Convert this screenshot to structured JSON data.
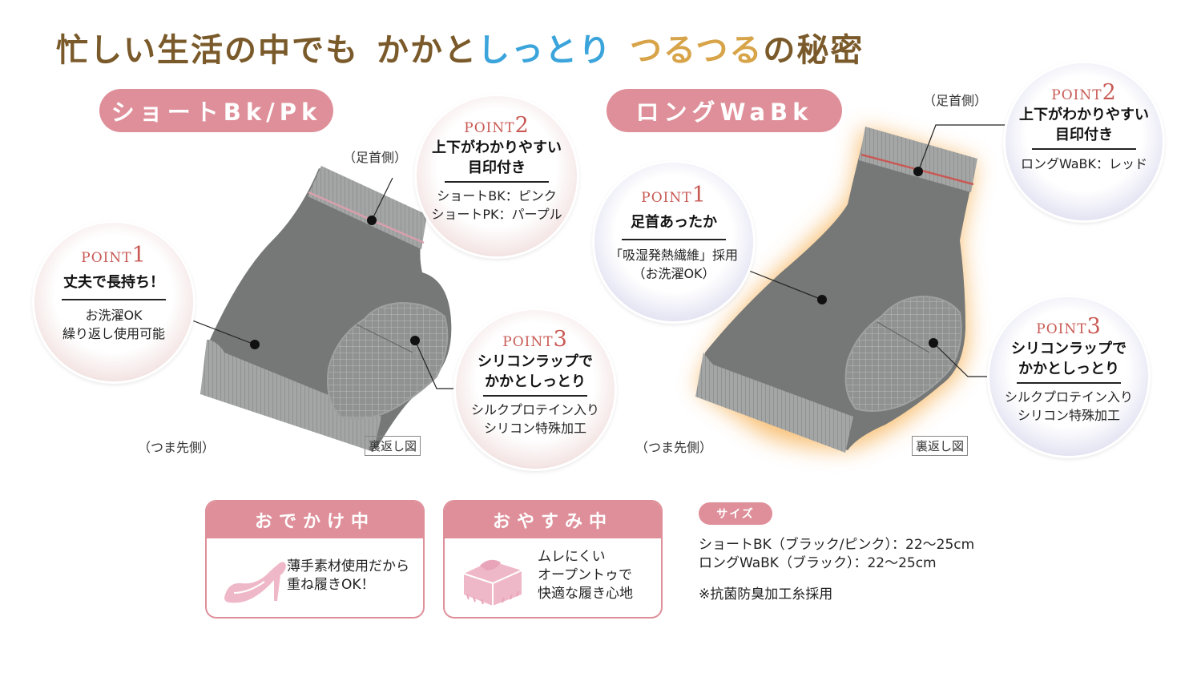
{
  "headline": {
    "part1": "忙しい生活の中でも",
    "part2": "かかと",
    "part3": "しっとり",
    "part4": "つるつる",
    "part5": "の秘密",
    "colors": {
      "dark": "#7a5a2a",
      "blue": "#3aa4db",
      "gold": "#d8a44a"
    }
  },
  "short": {
    "title": "ショートBk/Pk",
    "ankle_label": "（足首側）",
    "toe_label": "（つま先側）",
    "inside_label": "裏返し図",
    "point1": {
      "prefix": "POINT",
      "num": "1",
      "title": "丈夫で長持ち！",
      "sub1": "お洗濯OK",
      "sub2": "繰り返し使用可能"
    },
    "point2": {
      "prefix": "POINT",
      "num": "2",
      "title1": "上下がわかりやすい",
      "title2": "目印付き",
      "sub1": "ショートBK：ピンク",
      "sub2": "ショートPK：パープル"
    },
    "point3": {
      "prefix": "POINT",
      "num": "3",
      "title1": "シリコンラップで",
      "title2": "かかとしっとり",
      "sub1": "シルクプロテイン入り",
      "sub2": "シリコン特殊加工"
    }
  },
  "long": {
    "title": "ロングWaBk",
    "ankle_label": "（足首側）",
    "toe_label": "（つま先側）",
    "inside_label": "裏返し図",
    "point1": {
      "prefix": "POINT",
      "num": "1",
      "title": "足首あったか",
      "sub1": "「吸湿発熱繊維」採用",
      "sub2": "（お洗濯OK）"
    },
    "point2": {
      "prefix": "POINT",
      "num": "2",
      "title1": "上下がわかりやすい",
      "title2": "目印付き",
      "sub1": "ロングWaBK：レッド"
    },
    "point3": {
      "prefix": "POINT",
      "num": "3",
      "title1": "シリコンラップで",
      "title2": "かかとしっとり",
      "sub1": "シルクプロテイン入り",
      "sub2": "シリコン特殊加工"
    }
  },
  "cards": {
    "out": {
      "title": "おでかけ中",
      "line1": "薄手素材使用だから",
      "line2": "重ね履きOK！",
      "icon": "high-heel-icon"
    },
    "sleep": {
      "title": "おやすみ中",
      "line1": "ムレにくい",
      "line2": "オープントゥで",
      "line3": "快適な履き心地",
      "icon": "bed-icon"
    }
  },
  "size": {
    "badge": "サイズ",
    "line1": "ショートBK（ブラック/ピンク）：22〜25cm",
    "line2": "ロングWaBK（ブラック）：22〜25cm",
    "note": "※抗菌防臭加工糸採用"
  },
  "colors": {
    "accent_pink": "#df8f99",
    "sock_gray": "#757876",
    "rib_gray": "#a4a6a6",
    "point_red": "#c85a55"
  }
}
